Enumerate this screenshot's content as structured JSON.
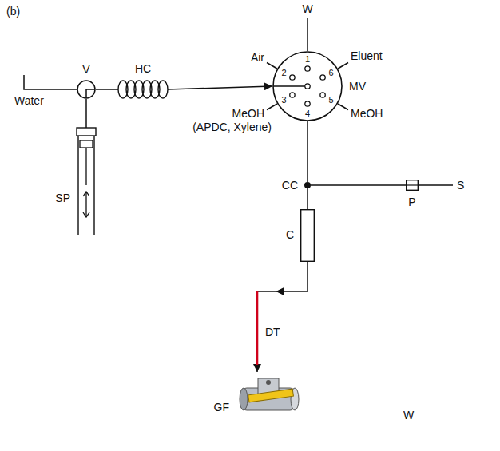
{
  "diagram": {
    "nodes": [
      {
        "text": [
          "V"
        ]
      },
      {
        "text": [
          "SP"
        ]
      },
      {
        "text": [
          "HC"
        ]
      },
      {
        "text": [
          "MV"
        ]
      },
      {
        "text": [
          "CC"
        ]
      },
      {
        "text": [
          "C"
        ]
      },
      {
        "text": [
          "P"
        ]
      },
      {
        "text": [
          "GF"
        ]
      }
    ],
    "edges": [
      {
        "from": 1,
        "to": 0,
        "arrow": "none"
      },
      {
        "from": 0,
        "to": 2,
        "arrow": "none"
      },
      {
        "from": 2,
        "to": 3,
        "arrow": "to"
      },
      {
        "from": 3,
        "to": 4,
        "arrow": "none"
      },
      {
        "from": 6,
        "to": 4,
        "arrow": "none"
      },
      {
        "from": 4,
        "to": 5,
        "arrow": "none"
      },
      {
        "from": 5,
        "to": 7,
        "arrow": "to",
        "label": "DT"
      }
    ],
    "labels": [
      "(b)",
      "W",
      "Air",
      "1",
      "2",
      "3",
      "4",
      "5",
      "6",
      "Eluent",
      "MeOH",
      "(APDC, Xylene)",
      "MeOH",
      "Water",
      "S",
      "W"
    ]
  }
}
